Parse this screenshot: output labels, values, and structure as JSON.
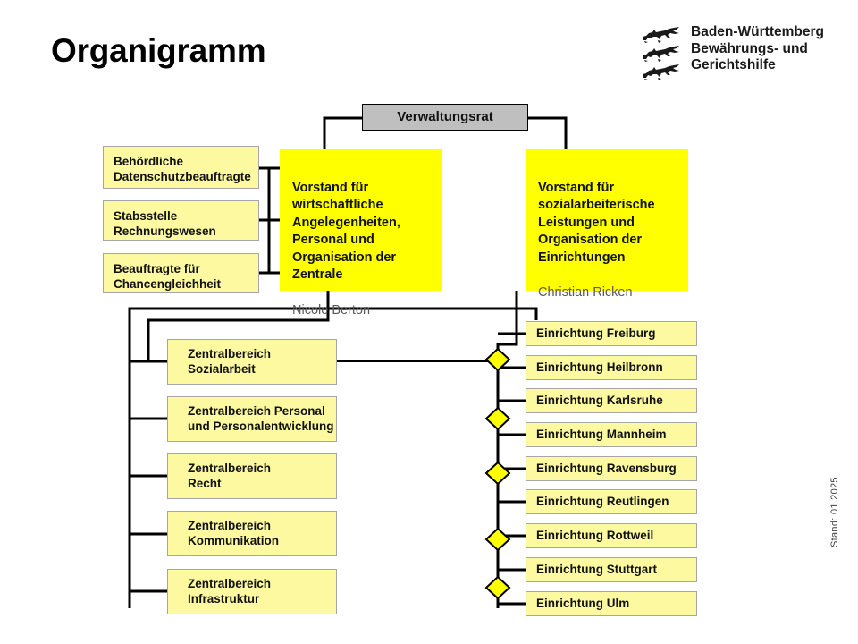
{
  "header": {
    "title": "Organigramm",
    "logo": {
      "icon": "three-lions-crest-icon",
      "line1": "Baden-Württemberg",
      "line2": "Bewährungs- und",
      "line3": "Gerichtshilfe"
    }
  },
  "council": {
    "label": "Verwaltungsrat"
  },
  "boards": [
    {
      "title": "Vorstand für\nwirtschaftliche\nAngelegenheiten,\nPersonal und\nOrganisation der\nZentrale",
      "person": "Nicole Berton"
    },
    {
      "title": "Vorstand für\nsozialarbeiterische\nLeistungen und\nOrganisation der\nEinrichtungen",
      "person": "Christian Ricken"
    }
  ],
  "staff_units": [
    {
      "label": "Behördliche\nDatenschutzbeauftragte"
    },
    {
      "label": "Stabsstelle\nRechnungswesen"
    },
    {
      "label": "Beauftragte für\nChancengleichheit"
    }
  ],
  "central_units": [
    {
      "label": "Zentralbereich\nSozialarbeit"
    },
    {
      "label": "Zentralbereich Personal\nund Personalentwicklung"
    },
    {
      "label": "Zentralbereich\nRecht"
    },
    {
      "label": "Zentralbereich\nKommunikation"
    },
    {
      "label": "Zentralbereich\nInfrastruktur"
    }
  ],
  "facilities": [
    {
      "label": "Einrichtung Freiburg"
    },
    {
      "label": "Einrichtung Heilbronn"
    },
    {
      "label": "Einrichtung Karlsruhe"
    },
    {
      "label": "Einrichtung Mannheim"
    },
    {
      "label": "Einrichtung Ravensburg"
    },
    {
      "label": "Einrichtung Reutlingen"
    },
    {
      "label": "Einrichtung Rottweil"
    },
    {
      "label": "Einrichtung Stuttgart"
    },
    {
      "label": "Einrichtung Ulm"
    }
  ],
  "footer": {
    "stand": "Stand: 01.2025"
  },
  "colors": {
    "board_fill": "#ffff00",
    "box_fill": "#fdf9a0",
    "council_fill": "#bfbfbf",
    "box_border": "#a6a6a6",
    "line": "#000000",
    "person_text": "#595959"
  }
}
